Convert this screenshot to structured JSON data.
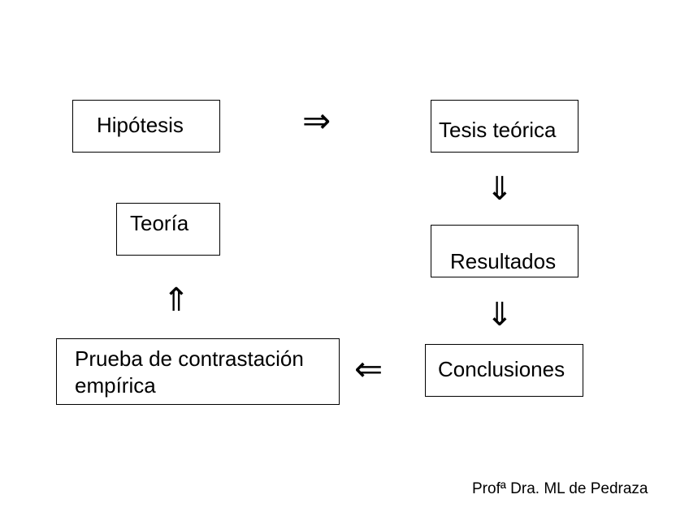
{
  "diagram": {
    "nodes": {
      "hipotesis": "Hipótesis",
      "tesis_teorica": "Tesis teórica",
      "teoria": "Teoría",
      "resultados": "Resultados",
      "prueba_line1": "Prueba de contrastación",
      "prueba_line2": "empírica",
      "conclusiones": "Conclusiones"
    },
    "arrows": {
      "right": "⇒",
      "down": "⇓",
      "left": "⇐",
      "up": "⇑"
    }
  },
  "footer": {
    "credit": "Profª Dra. ML de Pedraza"
  }
}
